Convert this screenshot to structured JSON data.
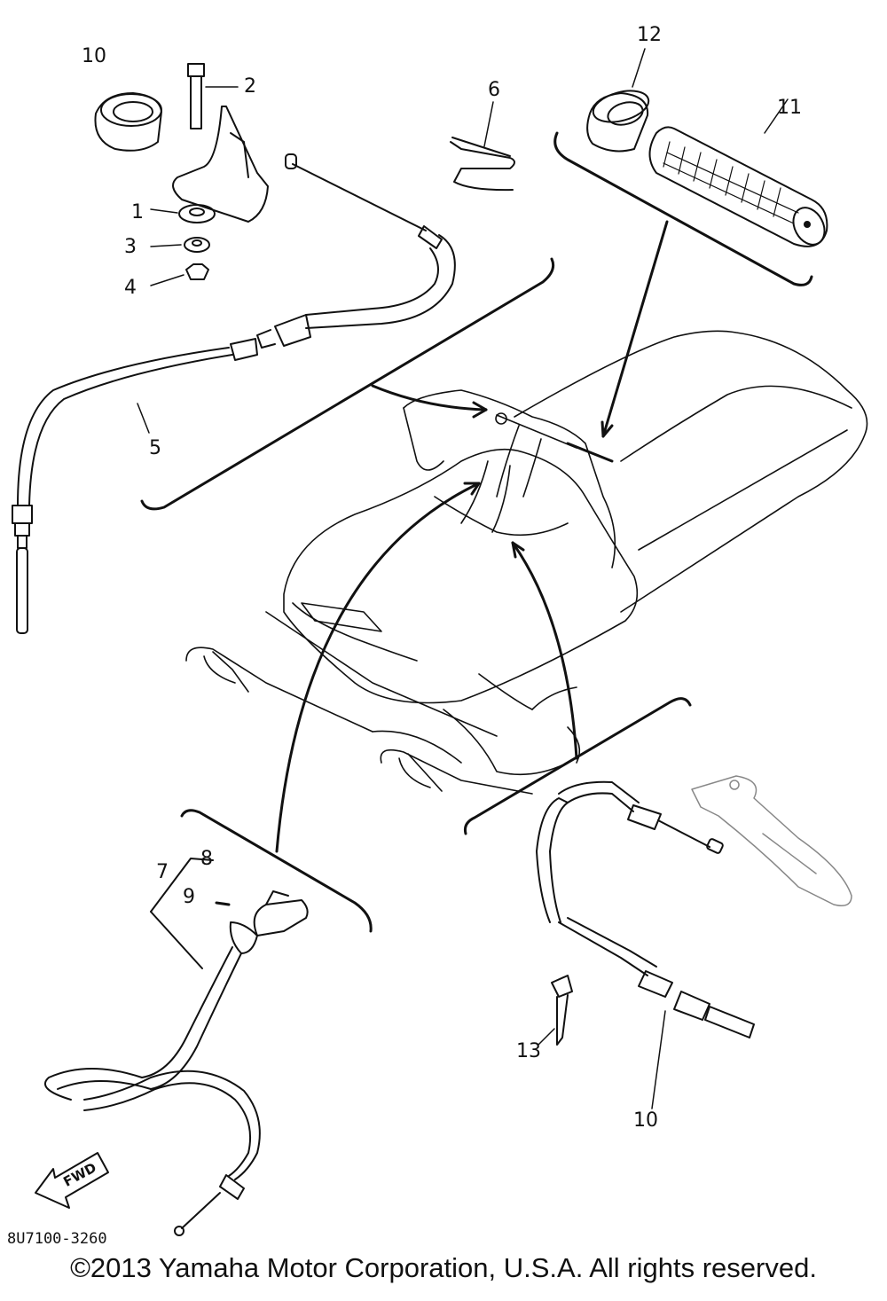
{
  "diagram": {
    "callouts": {
      "c1": "1",
      "c2": "2",
      "c3": "3",
      "c4": "4",
      "c5": "5",
      "c6": "6",
      "c7": "7",
      "c8": "8",
      "c9": "9",
      "c10a": "10",
      "c10b": "10",
      "c11": "11",
      "c12": "12",
      "c13": "13"
    },
    "fwd_label": "FWD",
    "drawing_code": "8U7100-3260"
  },
  "footer": {
    "copyright": "©2013 Yamaha Motor Corporation, U.S.A. All rights reserved."
  }
}
